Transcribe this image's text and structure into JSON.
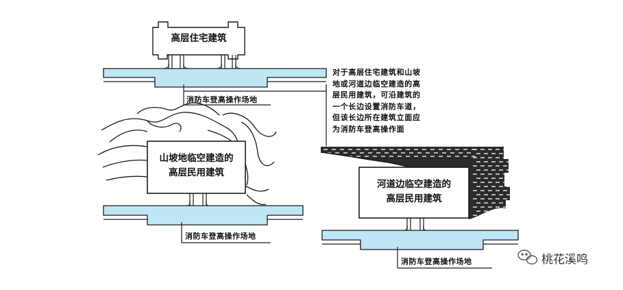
{
  "diagram": {
    "top_building": {
      "label": "高层住宅建筑"
    },
    "top_site": {
      "label": "消防车登高操作场地"
    },
    "note": {
      "lines": [
        "对于高层住宅建筑和山坡",
        "地或河道边临空建造的高",
        "层民用建筑，可沿建筑的",
        "一个长边设置消防车道，",
        "但该长边所在建筑立面应",
        "为消防车登高操作面"
      ]
    },
    "hill_building": {
      "line1": "山坡地临空建造的",
      "line2": "高层民用建筑"
    },
    "hill_site": {
      "label": "消防车登高操作场地"
    },
    "river_building": {
      "line1": "河道边临空建造的",
      "line2": "高层民用建筑"
    },
    "river_site": {
      "label": "消防车登高操作场地"
    }
  },
  "watermark": {
    "text": "桃花溪鸣",
    "icon": "wechat-icon"
  },
  "colors": {
    "road": "#bfe6f5",
    "line": "#1a1a1a",
    "bank": "#2b2b2b"
  }
}
